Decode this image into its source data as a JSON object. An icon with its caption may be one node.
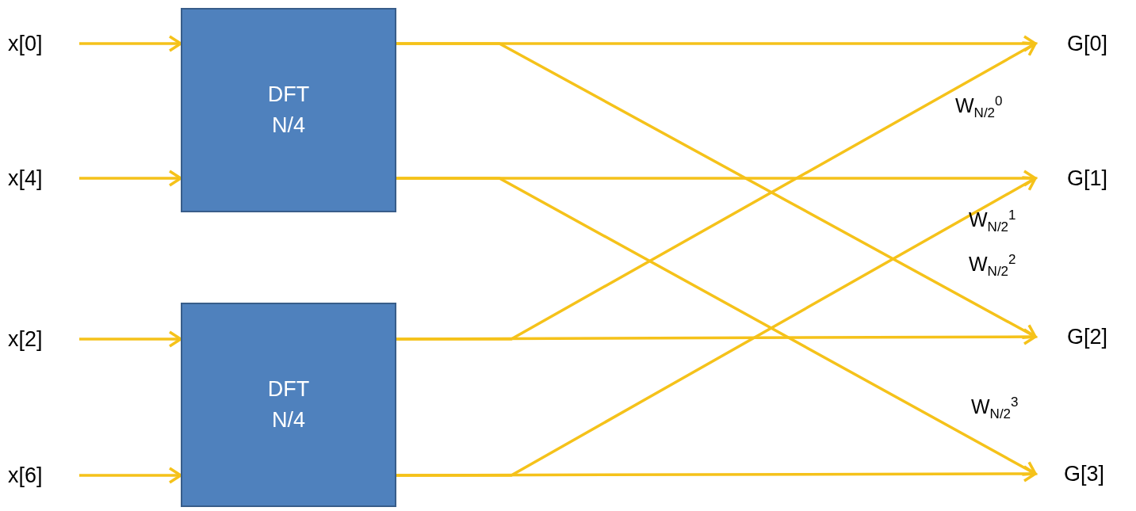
{
  "diagram": {
    "nodes": [
      {
        "text": [
          "x[0]"
        ]
      },
      {
        "text": [
          "x[4]"
        ]
      },
      {
        "text": [
          "x[2]"
        ]
      },
      {
        "text": [
          "x[6]"
        ]
      },
      {
        "text": [
          "DFT N/4"
        ]
      },
      {
        "text": [
          "DFT N/4"
        ]
      },
      {
        "text": [
          "G[0]"
        ]
      },
      {
        "text": [
          "G[1]"
        ]
      },
      {
        "text": [
          "G[2]"
        ]
      },
      {
        "text": [
          "G[3]"
        ]
      }
    ],
    "edges": [
      {
        "from": 0,
        "to": 4,
        "arrow": "to"
      },
      {
        "from": 1,
        "to": 4,
        "arrow": "to"
      },
      {
        "from": 2,
        "to": 5,
        "arrow": "to"
      },
      {
        "from": 3,
        "to": 5,
        "arrow": "to"
      },
      {
        "from": 4,
        "to": 6,
        "arrow": "to"
      },
      {
        "from": 4,
        "to": 8,
        "arrow": "to"
      },
      {
        "from": 4,
        "to": 7,
        "arrow": "to"
      },
      {
        "from": 4,
        "to": 9,
        "arrow": "to"
      },
      {
        "from": 5,
        "to": 8,
        "arrow": "to"
      },
      {
        "from": 5,
        "to": 6,
        "arrow": "to"
      },
      {
        "from": 5,
        "to": 9,
        "arrow": "to"
      },
      {
        "from": 5,
        "to": 7,
        "arrow": "to"
      }
    ],
    "labels": [
      "W$_{N/2}$$^{0}$",
      "W$_{N/2}$$^{1}$",
      "W$_{N/2}$$^{2}$",
      "W$_{N/2}$$^{3}$"
    ]
  }
}
